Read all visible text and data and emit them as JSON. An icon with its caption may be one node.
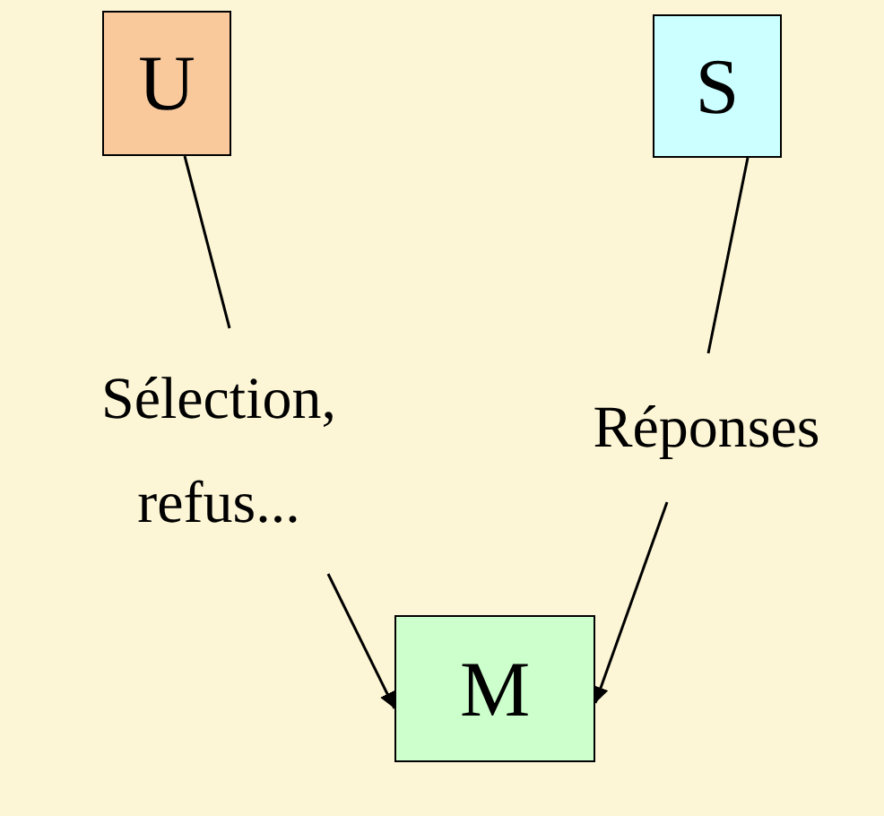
{
  "diagram": {
    "nodes": [
      {
        "text": [
          "U"
        ]
      },
      {
        "text": [
          "S"
        ]
      },
      {
        "text": [
          "Sélection, refus..."
        ]
      },
      {
        "text": [
          "Réponses"
        ]
      },
      {
        "text": [
          "M"
        ]
      }
    ],
    "edges": [
      {
        "from": 0,
        "to": 2,
        "arrow": "none"
      },
      {
        "from": 2,
        "to": 4,
        "arrow": "to"
      },
      {
        "from": 1,
        "to": 3,
        "arrow": "none"
      },
      {
        "from": 3,
        "to": 4,
        "arrow": "to"
      }
    ]
  }
}
